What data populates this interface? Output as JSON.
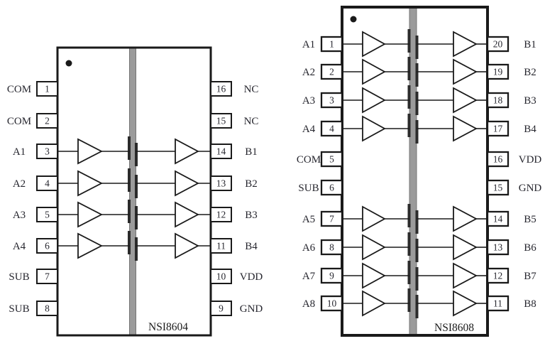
{
  "colors": {
    "background": "#ffffff",
    "outline": "#1a1a1a",
    "text": "#26262e",
    "chip_name": "#1a1a1a",
    "barrier_fill": "#9b9b9b",
    "barrier_edge": "#757575",
    "barrier_plate": "#2b2b2b"
  },
  "chips": [
    {
      "name": "NSI8604",
      "rows": [
        {
          "left": {
            "label": "COM",
            "num": "1"
          },
          "right": {
            "label": "NC",
            "num": "16"
          },
          "buffered": false
        },
        {
          "left": {
            "label": "COM",
            "num": "2"
          },
          "right": {
            "label": "NC",
            "num": "15"
          },
          "buffered": false
        },
        {
          "left": {
            "label": "A1",
            "num": "3"
          },
          "right": {
            "label": "B1",
            "num": "14"
          },
          "buffered": true
        },
        {
          "left": {
            "label": "A2",
            "num": "4"
          },
          "right": {
            "label": "B2",
            "num": "13"
          },
          "buffered": true
        },
        {
          "left": {
            "label": "A3",
            "num": "5"
          },
          "right": {
            "label": "B3",
            "num": "12"
          },
          "buffered": true
        },
        {
          "left": {
            "label": "A4",
            "num": "6"
          },
          "right": {
            "label": "B4",
            "num": "11"
          },
          "buffered": true
        },
        {
          "left": {
            "label": "SUB",
            "num": "7"
          },
          "right": {
            "label": "VDD",
            "num": "10"
          },
          "buffered": false
        },
        {
          "left": {
            "label": "SUB",
            "num": "8"
          },
          "right": {
            "label": "GND",
            "num": "9"
          },
          "buffered": false
        }
      ]
    },
    {
      "name": "NSI8608",
      "rows": [
        {
          "left": {
            "label": "A1",
            "num": "1"
          },
          "right": {
            "label": "B1",
            "num": "20"
          },
          "buffered": true
        },
        {
          "left": {
            "label": "A2",
            "num": "2"
          },
          "right": {
            "label": "B2",
            "num": "19"
          },
          "buffered": true
        },
        {
          "left": {
            "label": "A3",
            "num": "3"
          },
          "right": {
            "label": "B3",
            "num": "18"
          },
          "buffered": true
        },
        {
          "left": {
            "label": "A4",
            "num": "4"
          },
          "right": {
            "label": "B4",
            "num": "17"
          },
          "buffered": true
        },
        {
          "left": {
            "label": "COM",
            "num": "5"
          },
          "right": {
            "label": "VDD",
            "num": "16"
          },
          "buffered": false
        },
        {
          "left": {
            "label": "SUB",
            "num": "6"
          },
          "right": {
            "label": "GND",
            "num": "15"
          },
          "buffered": false
        },
        {
          "left": {
            "label": "A5",
            "num": "7"
          },
          "right": {
            "label": "B5",
            "num": "14"
          },
          "buffered": true
        },
        {
          "left": {
            "label": "A6",
            "num": "8"
          },
          "right": {
            "label": "B6",
            "num": "13"
          },
          "buffered": true
        },
        {
          "left": {
            "label": "A7",
            "num": "9"
          },
          "right": {
            "label": "B7",
            "num": "12"
          },
          "buffered": true
        },
        {
          "left": {
            "label": "A8",
            "num": "10"
          },
          "right": {
            "label": "B8",
            "num": "11"
          },
          "buffered": true
        }
      ]
    }
  ]
}
